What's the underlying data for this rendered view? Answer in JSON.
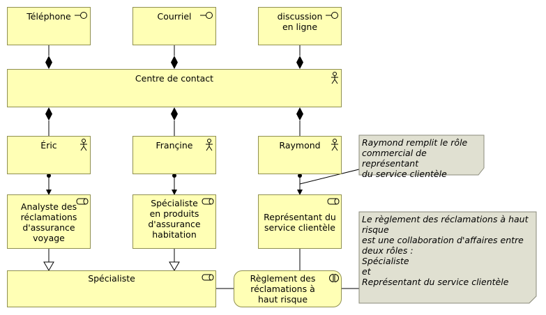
{
  "interfaces": {
    "telephone": "Téléphone",
    "courriel": "Courriel",
    "discussion": "discussion\nen ligne"
  },
  "collaboration": {
    "centre": "Centre de contact"
  },
  "actors": {
    "eric": "Éric",
    "francine": "Françine",
    "raymond": "Raymond"
  },
  "roles": {
    "analyste": "Analyste des\nréclamations\nd'assurance\nvoyage",
    "specialiste_habitation": "Spécialiste\nen produits\nd'assurance\nhabitation",
    "representant": "Représentant du\nservice clientèle",
    "specialiste": "Spécialiste"
  },
  "interaction": {
    "reglement": "Règlement des\nréclamations à\nhaut risque"
  },
  "notes": {
    "raymond_note": "Raymond remplit le rôle\ncommercial de représentant\ndu service clientèle",
    "reglement_note": "Le règlement des réclamations à haut\nrisque\nest une collaboration d'affaires entre\ndeux rôles :\nSpécialiste\net\nReprésentant du service clientèle"
  },
  "colors": {
    "element_fill": "#ffffb5",
    "element_border": "#8f8f4f",
    "note_fill": "#e0e0d1",
    "connector": "#000000"
  },
  "icons": {
    "interface": "interface-icon",
    "collaboration": "collaboration-icon",
    "actor": "actor-icon",
    "role": "role-icon",
    "interaction": "interaction-icon"
  }
}
